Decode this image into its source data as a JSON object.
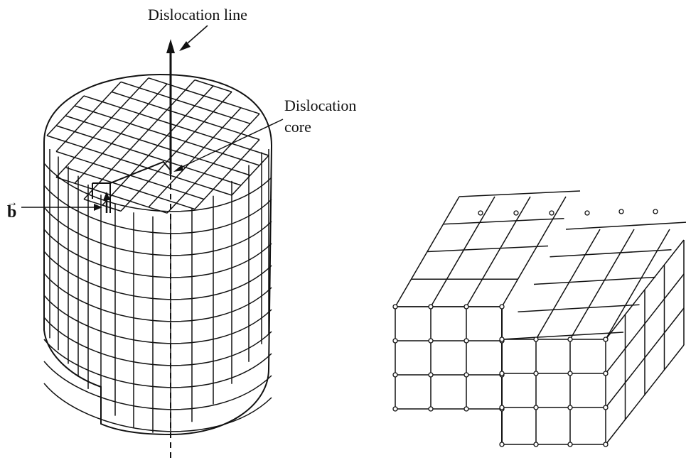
{
  "labels": {
    "dislocation_line": "Dislocation line",
    "dislocation_core_line1": "Dislocation",
    "dislocation_core_line2": "core",
    "burgers_vector": "b",
    "burgers_vector_arrow": "→"
  },
  "colors": {
    "ink": "#111111",
    "background": "#ffffff"
  }
}
